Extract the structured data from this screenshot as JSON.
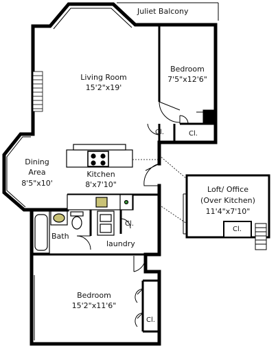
{
  "rooms": {
    "juliet_balcony": "Juliet Balcony",
    "living_room": {
      "name": "Living Room",
      "dims": "15'2\"x19'"
    },
    "bedroom_small": {
      "name": "Bedroom",
      "dims": "7'5\"x12'6\""
    },
    "closet_a": "Cl.",
    "closet_b": "Cl.",
    "dining": {
      "name": "Dining",
      "name2": "Area",
      "dims": "8'5\"x10'"
    },
    "kitchen": {
      "name": "Kitchen",
      "dims": "8'x7'10\""
    },
    "loft": {
      "name": "Loft/ Office",
      "sub": "(Over Kitchen)",
      "dims": "11'4\"x7'10\""
    },
    "loft_closet": "Cl.",
    "bath": "Bath",
    "laundry_closet": "Cl.",
    "laundry": "laundry",
    "bedroom_large": {
      "name": "Bedroom",
      "dims": "15'2\"x11'6\""
    },
    "bedroom_closet": "Cl."
  },
  "colors": {
    "wall": "#000000",
    "fixture": "#444444",
    "appliance_accent": "#c9c276",
    "counter_dot": "#3a9a3a"
  }
}
